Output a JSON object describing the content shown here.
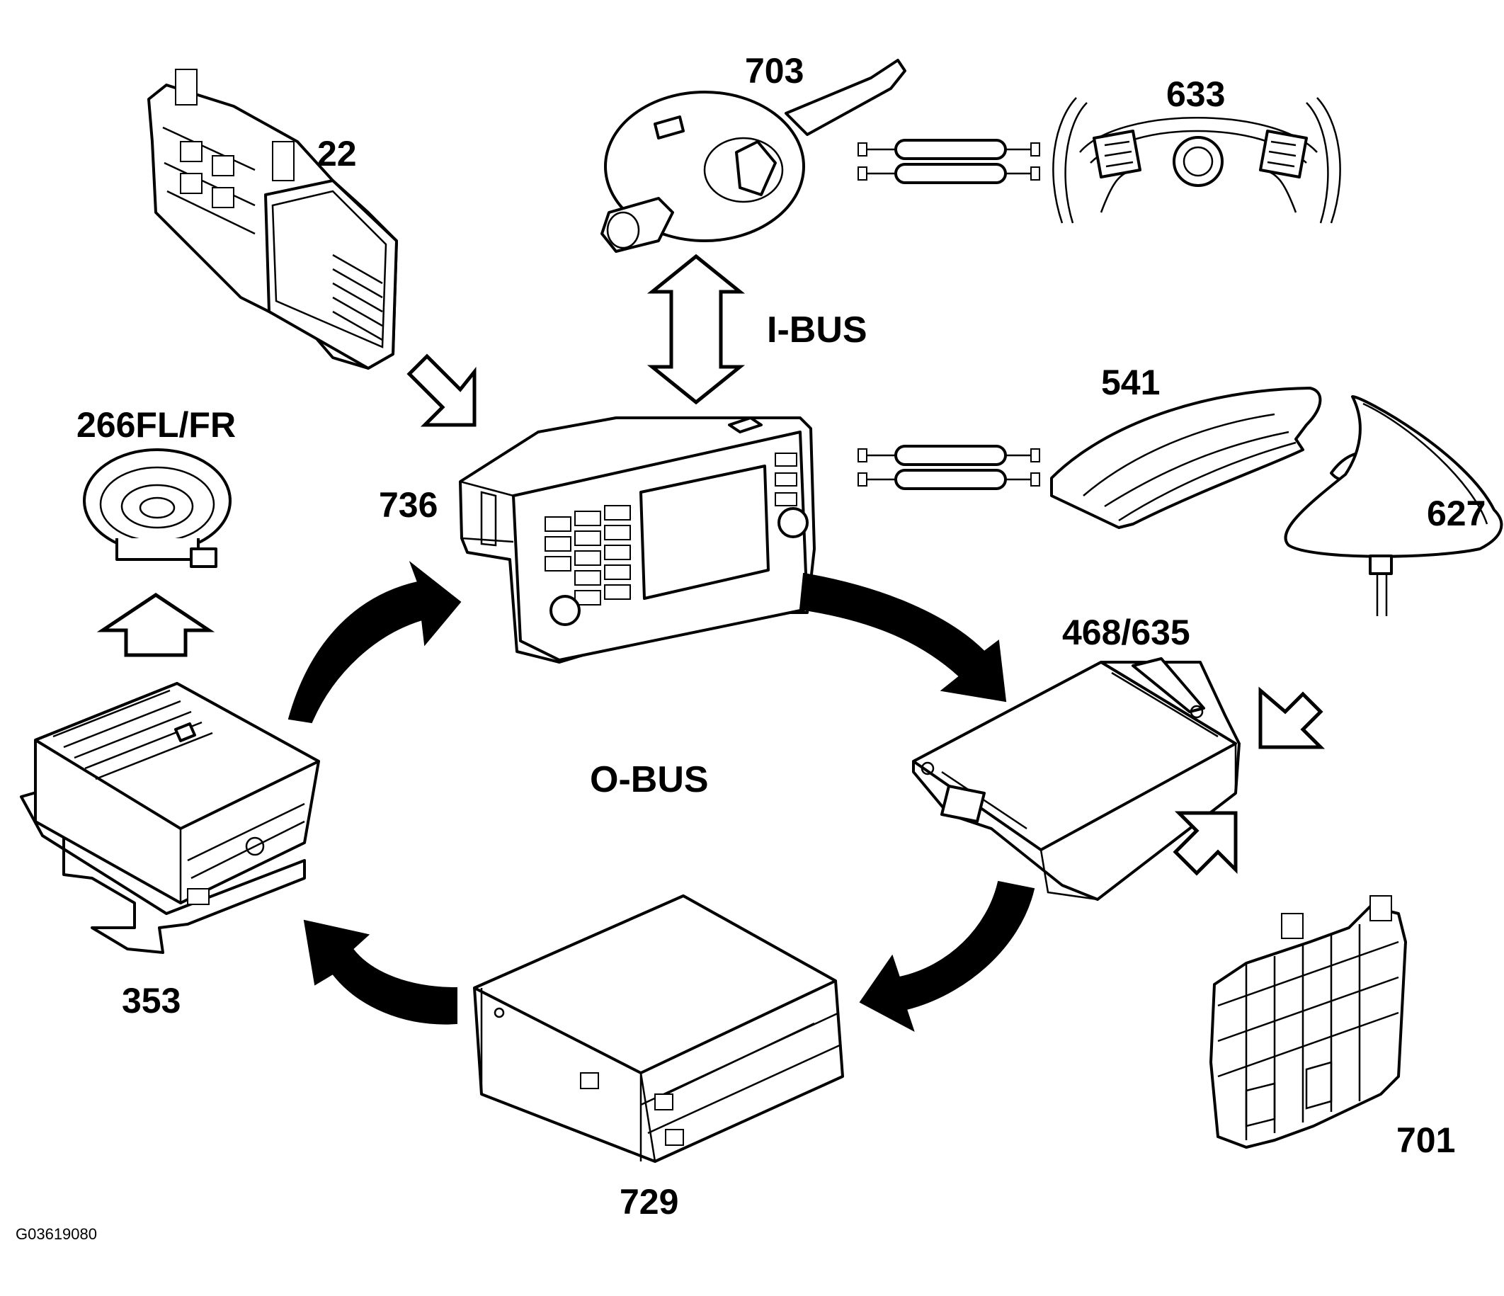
{
  "labels": {
    "c22": "22",
    "c703": "703",
    "c633": "633",
    "c266": "266FL/FR",
    "c736": "736",
    "c541": "541",
    "c627": "627",
    "c468": "468/635",
    "c353": "353",
    "c729": "729",
    "c701": "701"
  },
  "buses": {
    "ibus": "I-BUS",
    "obus": "O-BUS"
  },
  "figure_id": "G03619080",
  "colors": {
    "line": "#000000",
    "background": "#ffffff"
  }
}
